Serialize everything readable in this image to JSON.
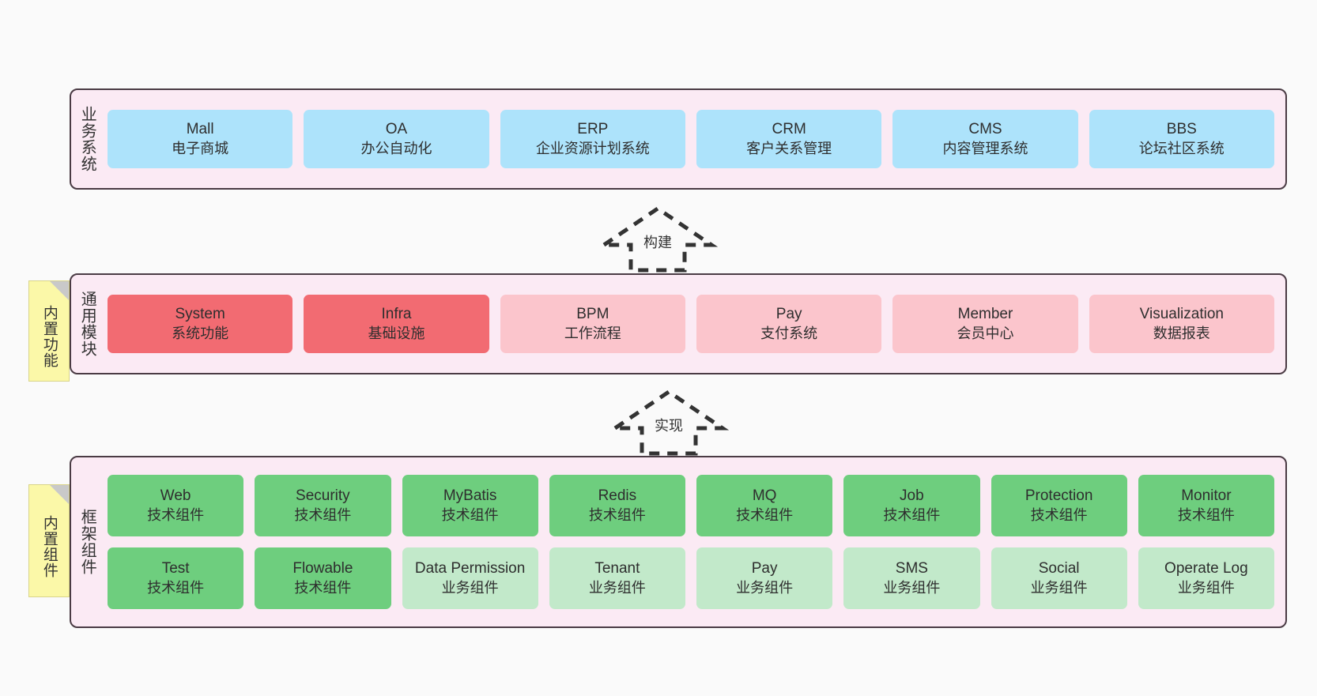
{
  "page": {
    "background_color": "#fafafa",
    "panel_fill": "#fbeaf4",
    "panel_border": "#4a3b44",
    "sticky_fill": "#fbf8a8"
  },
  "layers": [
    {
      "id": "business",
      "title": "业务系统",
      "accent": "#ade3fb",
      "rows": [
        {
          "cards": [
            {
              "name": "Mall",
              "cn": "电子商城",
              "color": "#ade3fb"
            },
            {
              "name": "OA",
              "cn": "办公自动化",
              "color": "#ade3fb"
            },
            {
              "name": "ERP",
              "cn": "企业资源计划系统",
              "color": "#ade3fb"
            },
            {
              "name": "CRM",
              "cn": "客户关系管理",
              "color": "#ade3fb"
            },
            {
              "name": "CMS",
              "cn": "内容管理系统",
              "color": "#ade3fb"
            },
            {
              "name": "BBS",
              "cn": "论坛社区系统",
              "color": "#ade3fb"
            }
          ]
        }
      ]
    },
    {
      "id": "common",
      "title": "通用模块",
      "sticky": "内置功能",
      "rows": [
        {
          "cards": [
            {
              "name": "System",
              "cn": "系统功能",
              "color": "#f26b72"
            },
            {
              "name": "Infra",
              "cn": "基础设施",
              "color": "#f26b72"
            },
            {
              "name": "BPM",
              "cn": "工作流程",
              "color": "#fbc5cc"
            },
            {
              "name": "Pay",
              "cn": "支付系统",
              "color": "#fbc5cc"
            },
            {
              "name": "Member",
              "cn": "会员中心",
              "color": "#fbc5cc"
            },
            {
              "name": "Visualization",
              "cn": "数据报表",
              "color": "#fbc5cc"
            }
          ]
        }
      ]
    },
    {
      "id": "framework",
      "title": "框架组件",
      "sticky": "内置组件",
      "rows": [
        {
          "cards": [
            {
              "name": "Web",
              "cn": "技术组件",
              "color": "#6ece7e"
            },
            {
              "name": "Security",
              "cn": "技术组件",
              "color": "#6ece7e"
            },
            {
              "name": "MyBatis",
              "cn": "技术组件",
              "color": "#6ece7e"
            },
            {
              "name": "Redis",
              "cn": "技术组件",
              "color": "#6ece7e"
            },
            {
              "name": "MQ",
              "cn": "技术组件",
              "color": "#6ece7e"
            },
            {
              "name": "Job",
              "cn": "技术组件",
              "color": "#6ece7e"
            },
            {
              "name": "Protection",
              "cn": "技术组件",
              "color": "#6ece7e"
            },
            {
              "name": "Monitor",
              "cn": "技术组件",
              "color": "#6ece7e"
            }
          ]
        },
        {
          "cards": [
            {
              "name": "Test",
              "cn": "技术组件",
              "color": "#6ece7e"
            },
            {
              "name": "Flowable",
              "cn": "技术组件",
              "color": "#6ece7e"
            },
            {
              "name": "Data Permission",
              "cn": "业务组件",
              "color": "#c2e9ca"
            },
            {
              "name": "Tenant",
              "cn": "业务组件",
              "color": "#c2e9ca"
            },
            {
              "name": "Pay",
              "cn": "业务组件",
              "color": "#c2e9ca"
            },
            {
              "name": "SMS",
              "cn": "业务组件",
              "color": "#c2e9ca"
            },
            {
              "name": "Social",
              "cn": "业务组件",
              "color": "#c2e9ca"
            },
            {
              "name": "Operate Log",
              "cn": "业务组件",
              "color": "#c2e9ca"
            }
          ]
        }
      ]
    }
  ],
  "arrows": [
    {
      "id": "build",
      "label": "构建",
      "style": "dashed-block-up"
    },
    {
      "id": "implement",
      "label": "实现",
      "style": "dashed-block-up"
    }
  ]
}
